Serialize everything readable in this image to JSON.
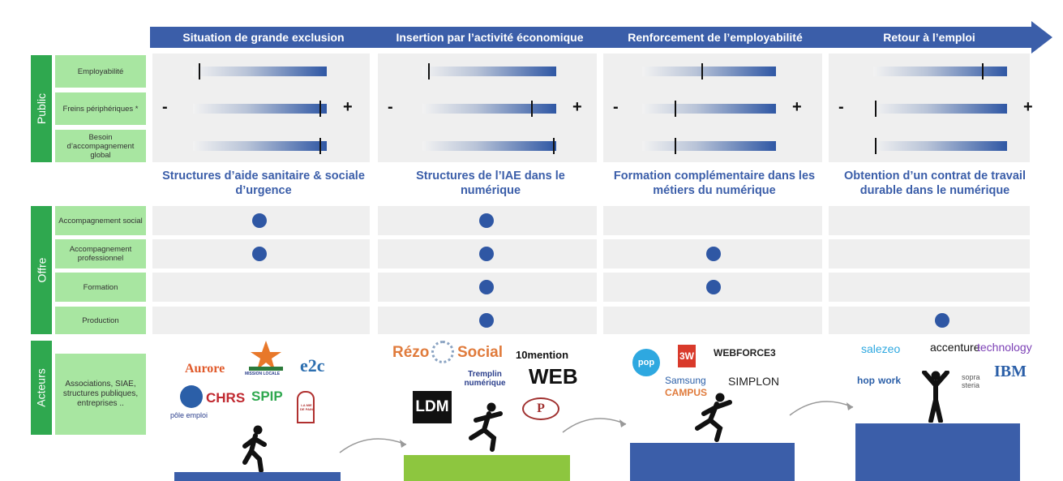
{
  "phases": [
    {
      "title": "Situation de grande exclusion",
      "subtitle": "Structures d’aide sanitaire & sociale d’urgence"
    },
    {
      "title": "Insertion par l’activité économique",
      "subtitle": "Structures de l’IAE dans le numérique"
    },
    {
      "title": "Renforcement de l’employabilité",
      "subtitle": "Formation complémentaire dans les métiers du numérique"
    },
    {
      "title": "Retour à l’emploi",
      "subtitle": "Obtention d’un contrat de travail durable dans le numérique"
    }
  ],
  "sections": {
    "public": "Public",
    "offre": "Offre",
    "acteurs": "Acteurs"
  },
  "public_rows": [
    {
      "label": "Employabilité",
      "levels": [
        0.05,
        0.05,
        0.45,
        0.82
      ]
    },
    {
      "label": "Freins périphériques *",
      "levels": [
        0.95,
        0.82,
        0.25,
        0.02
      ]
    },
    {
      "label": "Besoin d’accompagnement global",
      "levels": [
        0.95,
        0.98,
        0.25,
        0.02
      ]
    }
  ],
  "scale": {
    "minus": "-",
    "plus": "+"
  },
  "offre_rows": [
    {
      "label": "Accompagnement social",
      "present": [
        true,
        true,
        false,
        false
      ]
    },
    {
      "label": "Accompagnement professionnel",
      "present": [
        true,
        true,
        true,
        false
      ]
    },
    {
      "label": "Formation",
      "present": [
        false,
        true,
        true,
        false
      ]
    },
    {
      "label": "Production",
      "present": [
        false,
        true,
        false,
        true
      ]
    }
  ],
  "acteurs_label": "Associations, SIAE, structures publiques, entreprises ..",
  "logos": {
    "col1": [
      "Aurore",
      "MISSION LOCALE",
      "e2c",
      "CHRS",
      "SPIP",
      "pôle emploi",
      "LA MIE DE PAIN"
    ],
    "col2": [
      "Rézo",
      "Social",
      "10mention",
      "WEB",
      "Tremplin numérique",
      "LDM",
      "P"
    ],
    "col3": [
      "pop",
      "3W",
      "WEBFORCE3",
      "Samsung",
      "CAMPUS",
      "SIMPLON"
    ],
    "col4": [
      "salezeo",
      "accenture",
      "technology",
      "IBM",
      "hop",
      "work",
      "sopra steria"
    ]
  },
  "colors": {
    "accent": "#3b5ea9",
    "green": "#2fa84f",
    "light_green": "#a8e6a1",
    "cell": "#efefef",
    "platform_green": "#8dc63f"
  }
}
